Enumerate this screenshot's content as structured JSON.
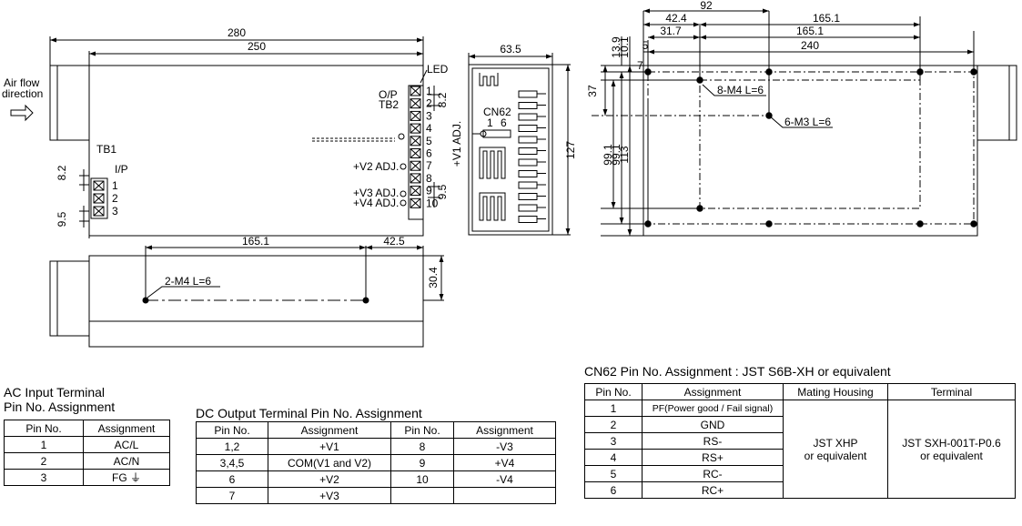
{
  "drawing": {
    "dims": {
      "d280": "280",
      "d250": "250",
      "d63_5": "63.5",
      "d127": "127",
      "d8_2a": "8.2",
      "d8_2b": "8.2",
      "d9_5a": "9.5",
      "d9_5b": "9.5",
      "d165_1a": "165.1",
      "d42_5": "42.5",
      "d30_4": "30.4",
      "d92": "92",
      "d42_4": "42.4",
      "d165_1b": "165.1",
      "d31_7": "31.7",
      "d165_1c": "165.1",
      "d5": "5",
      "d240": "240",
      "d13_9": "13.9",
      "d10_1": "10.1",
      "d7": "7",
      "d37": "37",
      "d99_1a": "99.1",
      "d99_1b": "99.1",
      "d113": "113"
    },
    "labels": {
      "led": "LED",
      "op": "O/P",
      "tb2": "TB2",
      "tb1": "TB1",
      "ip": "I/P",
      "cn62": "CN62",
      "cn62_1": "1",
      "cn62_6": "6",
      "v1adj": "+V1 ADJ.",
      "v2adj": "+V2 ADJ.",
      "v3adj": "+V3 ADJ.",
      "v4adj": "+V4 ADJ.",
      "airflow1": "Air flow",
      "airflow2": "direction",
      "m4_8": "8-M4 L=6",
      "m3_6": "6-M3 L=6",
      "m4_2": "2-M4 L=6"
    },
    "tb2_pins": [
      "1",
      "2",
      "3",
      "4",
      "5",
      "6",
      "7",
      "8",
      "9",
      "10"
    ],
    "tb1_pins": [
      "1",
      "2",
      "3"
    ]
  },
  "ac_table": {
    "title1": "AC Input Terminal",
    "title2": "Pin No.  Assignment",
    "headers": [
      "Pin No.",
      "Assignment"
    ],
    "rows": [
      [
        "1",
        "AC/L"
      ],
      [
        "2",
        "AC/N"
      ],
      [
        "3",
        "FG ⏚"
      ]
    ]
  },
  "dc_table": {
    "title": "DC Output Terminal Pin No.  Assignment",
    "headers": [
      "Pin No.",
      "Assignment",
      "Pin No.",
      "Assignment"
    ],
    "rows": [
      [
        "1,2",
        "+V1",
        "8",
        "-V3"
      ],
      [
        "3,4,5",
        "COM(V1 and V2)",
        "9",
        "+V4"
      ],
      [
        "6",
        "+V2",
        "10",
        "-V4"
      ],
      [
        "7",
        "+V3",
        "",
        ""
      ]
    ]
  },
  "cn62_table": {
    "title": "CN62 Pin No. Assignment : JST S6B-XH or equivalent",
    "headers": [
      "Pin No.",
      "Assignment",
      "Mating Housing",
      "Terminal"
    ],
    "pins": [
      "1",
      "2",
      "3",
      "4",
      "5",
      "6"
    ],
    "assignments": [
      "PF(Power good / Fail signal)",
      "GND",
      "RS-",
      "RS+",
      "RC-",
      "RC+"
    ],
    "housing1": "JST XHP",
    "housing2": "or equivalent",
    "terminal1": "JST SXH-001T-P0.6",
    "terminal2": "or equivalent"
  }
}
